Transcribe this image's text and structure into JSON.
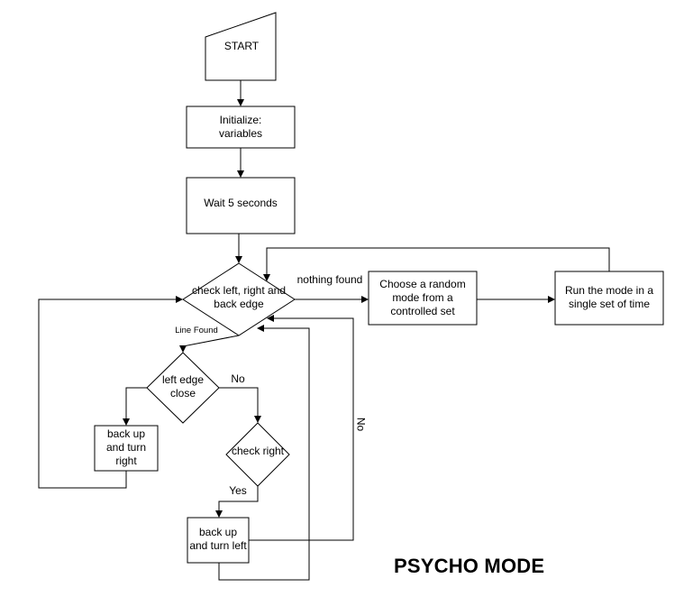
{
  "title": "PSYCHO MODE",
  "nodes": {
    "start": "START",
    "initialize": "Initialize:\nvariables",
    "wait": "Wait 5 seconds",
    "check_edges": "check left, right and\nback edge",
    "choose_mode": "Choose a random\nmode from a\ncontrolled set",
    "run_mode": "Run the mode in a\nsingle set of time",
    "left_edge": "left edge\nclose",
    "backup_right": "back up\nand turn\nright",
    "check_right": "check right",
    "backup_left": "back up\nand turn left"
  },
  "edges": {
    "nothing_found": "nothing found",
    "line_found": "Line Found",
    "no_left": "No",
    "no_right": "No",
    "yes": "Yes"
  },
  "colors": {
    "stroke": "#000000",
    "background": "#ffffff"
  }
}
